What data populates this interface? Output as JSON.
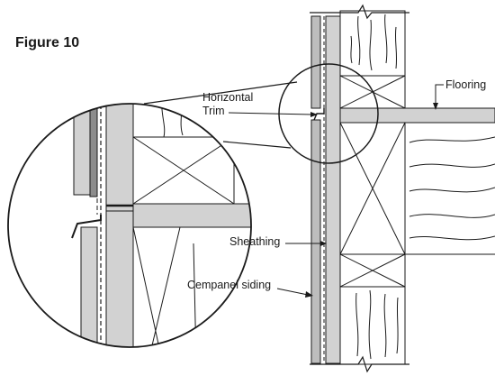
{
  "figure_title": "Figure 10",
  "labels": {
    "horizontal_trim_line1": "Horizontal",
    "horizontal_trim_line2": "Trim",
    "flooring": "Flooring",
    "sheathing": "Sheathing",
    "cempanel_siding": "Cempanel siding"
  },
  "colors": {
    "line": "#1a1a1a",
    "panel_fill": "#d2d2d2",
    "siding_fill": "#bdbdbd",
    "background": "#ffffff"
  }
}
